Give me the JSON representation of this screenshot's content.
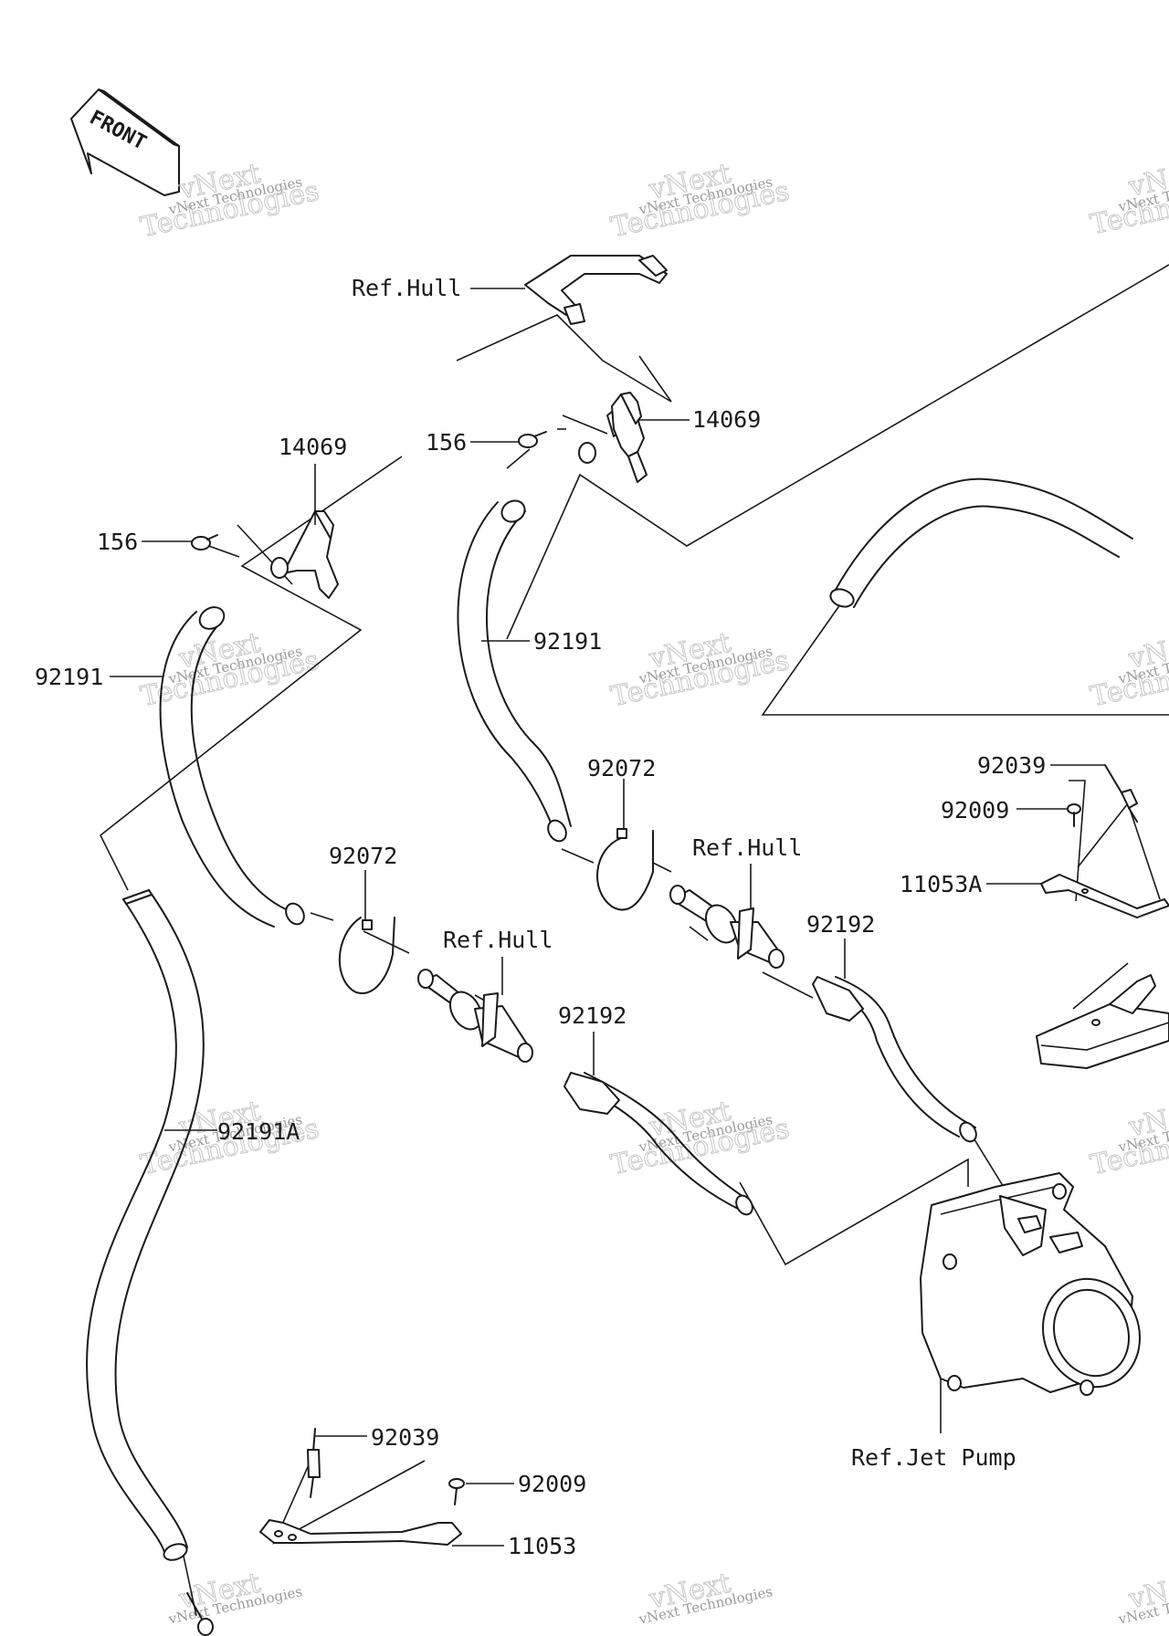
{
  "front_badge": {
    "text": "FRONT"
  },
  "watermark": {
    "line1": "vNext Technologies",
    "line2": "Technologies",
    "line0": "vNext"
  },
  "labels": {
    "ref_hull_top": "Ref.Hull",
    "p14069_right": "14069",
    "p14069_left": "14069",
    "p156_mid": "156",
    "p156_left": "156",
    "p92191_left": "92191",
    "p92191_mid": "92191",
    "p92072_mid": "92072",
    "p92072_left": "92072",
    "ref_hull_right": "Ref.Hull",
    "ref_hull_left": "Ref.Hull",
    "p92192_right": "92192",
    "p92192_left": "92192",
    "p92039_right": "92039",
    "p92009_right": "92009",
    "p11053A": "11053A",
    "p92191A": "92191A",
    "ref_jet_pump": "Ref.Jet Pump",
    "p92039_bottom": "92039",
    "p92009_bottom": "92009",
    "p11053": "11053"
  }
}
